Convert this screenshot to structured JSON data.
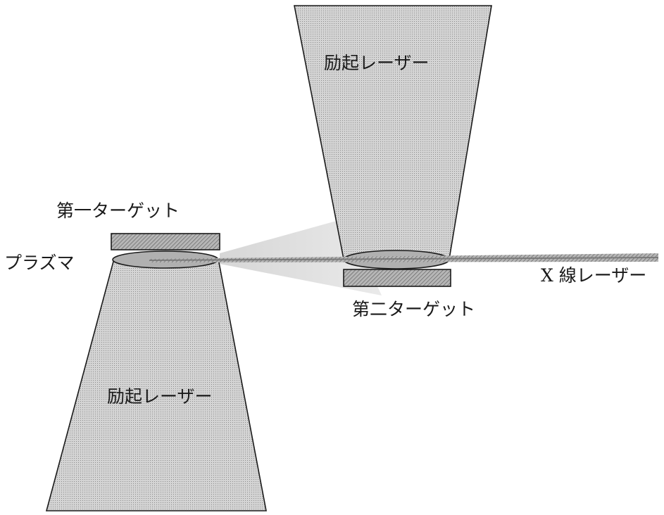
{
  "labels": {
    "top_laser": "励起レーザー",
    "bottom_laser": "励起レーザー",
    "first_target": "第一ターゲット",
    "second_target": "第二ターゲット",
    "plasma": "プラズマ",
    "xray_laser": "X 線レーザー"
  },
  "colors": {
    "laser_fill": "#c9c9c9",
    "target_fill": "#a8a8a8",
    "beam": "#8a8a8a",
    "outline": "#1a1a1a"
  }
}
